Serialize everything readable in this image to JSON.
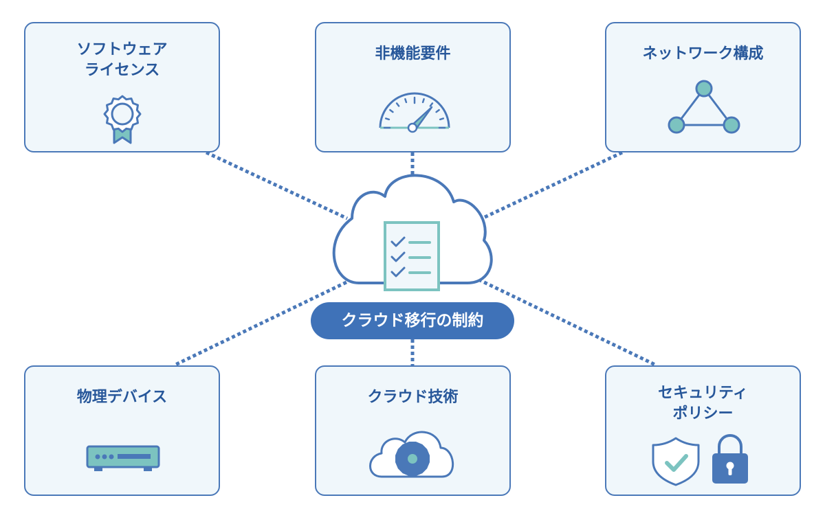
{
  "center": {
    "label": "クラウド移行の制約",
    "icons": {
      "cloud": "cloud-icon",
      "checklist": "checklist-icon"
    }
  },
  "nodes": [
    {
      "id": "software-license",
      "title": "ソフトウェア\nライセンス",
      "icon": "award-badge-icon"
    },
    {
      "id": "non-functional",
      "title": "非機能要件",
      "icon": "speedometer-icon"
    },
    {
      "id": "network",
      "title": "ネットワーク構成",
      "icon": "network-triangle-icon"
    },
    {
      "id": "physical-device",
      "title": "物理デバイス",
      "icon": "server-device-icon"
    },
    {
      "id": "cloud-tech",
      "title": "クラウド技術",
      "icon": "cloud-gear-icon"
    },
    {
      "id": "security-policy",
      "title": "セキュリティ\nポリシー",
      "icon": "shield-lock-icon"
    }
  ],
  "colors": {
    "border": "#4a78b8",
    "box_fill": "#f0f7fb",
    "title_text": "#27579a",
    "pill_fill": "#3f72b8",
    "accent_teal": "#7cc3c0",
    "icon_fill": "#4a78b8"
  }
}
